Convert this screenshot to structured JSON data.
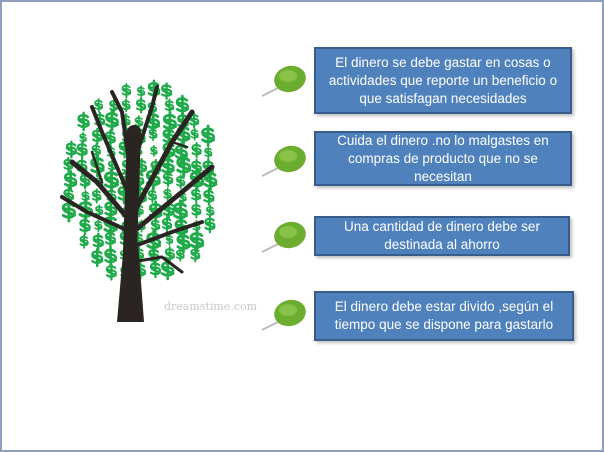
{
  "slide": {
    "tree_watermark": "dreamstime.com",
    "items": [
      {
        "text": "El dinero se debe gastar en cosas o actividades que reporte un beneficio o que satisfagan necesidades"
      },
      {
        "text": "Cuida el dinero .no lo malgastes en compras  de producto que no se necesitan"
      },
      {
        "text": "Una cantidad de dinero debe ser destinada al ahorro"
      },
      {
        "text": "El dinero debe estar divido ,según el tiempo que se dispone para gastarlo"
      }
    ]
  },
  "colors": {
    "box": "#4f81bd",
    "box_border": "#385d8a",
    "dollar": "#1faa4a",
    "trunk": "#2a2522"
  }
}
